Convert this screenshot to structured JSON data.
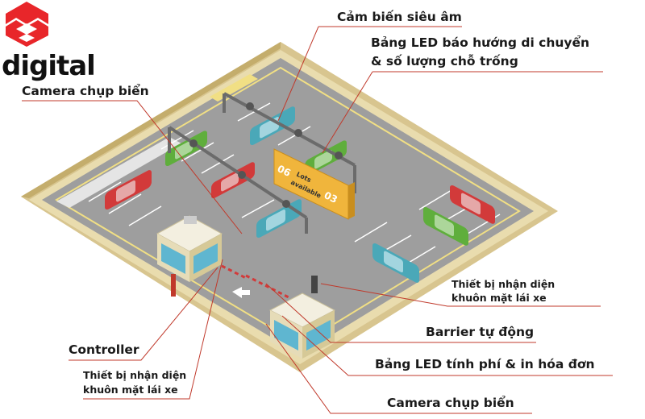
{
  "brand": {
    "name": "digital",
    "color": "#e8262a"
  },
  "labels": {
    "ultrasonic_sensor": "Cảm biến siêu âm",
    "led_direction_line1": "Bảng LED báo hướng di chuyển",
    "led_direction_line2": "& số lượng chỗ trống",
    "camera_top": "Camera chụp biển",
    "face_right_line1": "Thiết bị nhận diện",
    "face_right_line2": "khuôn mặt lái xe",
    "barrier": "Barrier tự động",
    "led_fee": "Bảng LED tính phí & in hóa đơn",
    "camera_bottom": "Camera chụp biển",
    "controller": "Controller",
    "face_left_line1": "Thiết bị nhận diện",
    "face_left_line2": "khuôn mặt lái xe"
  },
  "sign": {
    "left_count": "06",
    "text_line1": "Lots",
    "text_line2": "available",
    "right_count": "03"
  },
  "colors": {
    "callout_line": "#c0392b",
    "lot_floor": "#9a9a9a",
    "lot_border": "#e6d7a6",
    "sign": "#f0b53c"
  }
}
